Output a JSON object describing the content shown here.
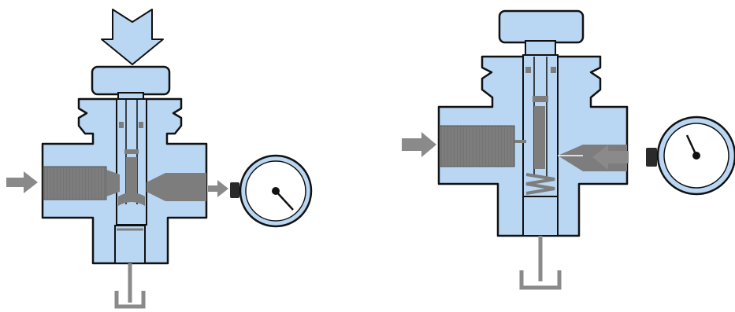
{
  "colors": {
    "body_fill": "#b9d6f2",
    "outline": "#111111",
    "port_gray": "#7d7d7d",
    "arrow_gray": "#8a8a8a",
    "gauge_face": "#ffffff",
    "gauge_fitting": "#2a2a2a"
  },
  "diagrams": [
    {
      "id": "valve-left",
      "push_arrow": "down",
      "inlet_arrow": "right",
      "outlet_arrow": "right"
    },
    {
      "id": "valve-right",
      "push_arrow": "none",
      "inlet_arrow": "right",
      "outlet_arrow": "left"
    }
  ]
}
